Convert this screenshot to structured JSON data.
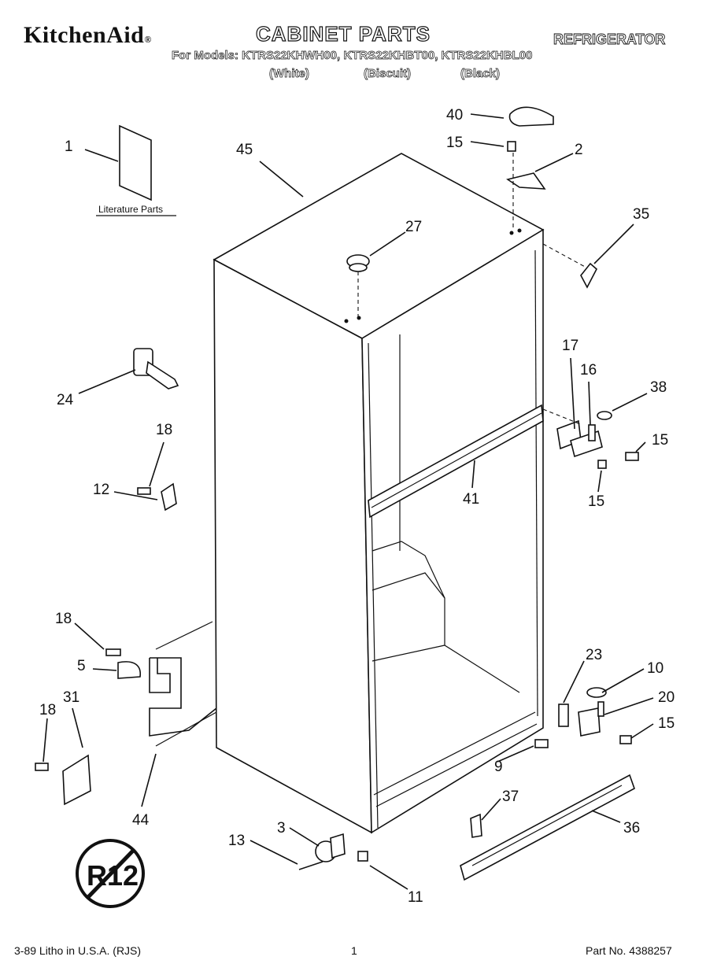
{
  "header": {
    "brand": "KitchenAid",
    "brand_mark": "®",
    "title": "CABINET PARTS",
    "appliance": "REFRIGERATOR",
    "models_line": "For Models: KTRS22KHWH00, KTRS22KHBT00, KTRS22KHBL00",
    "colors": [
      "(White)",
      "(Biscuit)",
      "(Black)"
    ]
  },
  "literature_label": "Literature Parts",
  "callouts": [
    "1",
    "45",
    "40",
    "15",
    "2",
    "35",
    "27",
    "24",
    "18",
    "12",
    "17",
    "16",
    "38",
    "15",
    "15",
    "41",
    "18",
    "5",
    "31",
    "18",
    "44",
    "23",
    "10",
    "20",
    "15",
    "9",
    "37",
    "36",
    "13",
    "3",
    "11"
  ],
  "footer": {
    "left": "3-89 Litho in U.S.A. (RJS)",
    "center": "1",
    "right": "Part No. 4388257"
  },
  "stamp_text": "R12"
}
